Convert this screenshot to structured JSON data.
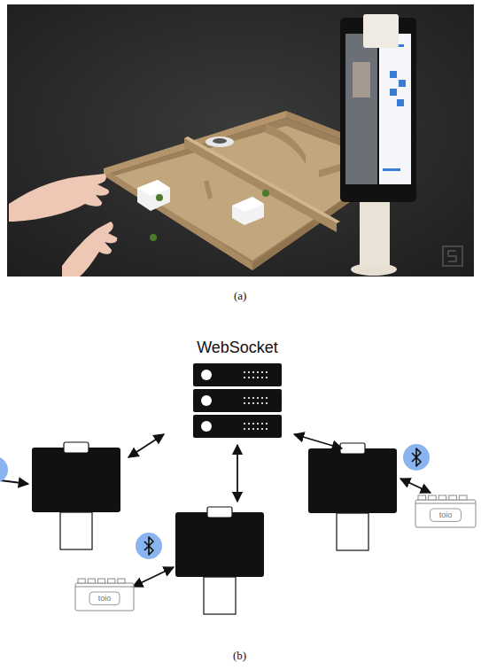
{
  "diagram": {
    "nodes": [
      {
        "text": [
          "WebSocket"
        ]
      },
      {
        "text": [
          "toio"
        ]
      },
      {
        "text": [
          "toio"
        ]
      }
    ],
    "labels": [
      "(a)",
      "(b)"
    ]
  }
}
